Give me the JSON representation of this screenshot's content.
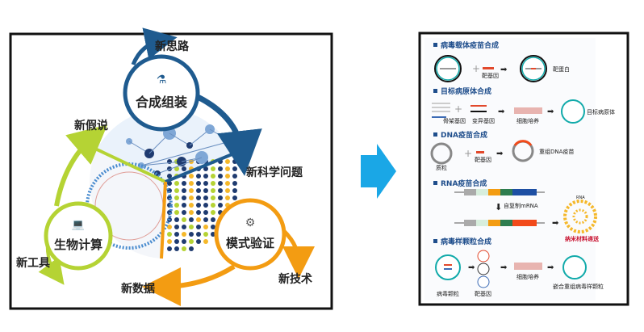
{
  "left": {
    "center_top": "合成组装",
    "center_left": "生物计算",
    "center_right": "模式验证",
    "outer": {
      "new_idea": "新思路",
      "new_question": "新科学问题",
      "new_hypothesis": "新假说",
      "new_tool": "新工具",
      "new_tech": "新技术",
      "new_data": "新数据"
    }
  },
  "right": {
    "s1": {
      "title": "病毒载体疫苗合成",
      "target_gene": "靶基因",
      "target_protein": "靶蛋白"
    },
    "s2": {
      "title": "目标病原体合成",
      "backbone": "骨架基因",
      "variant": "变异基因",
      "culture": "细胞培养",
      "pathogen": "目标病原体"
    },
    "s3": {
      "title": "DNA疫苗合成",
      "plasmid": "质粒",
      "target_gene": "靶基因",
      "result": "重组DNA疫苗"
    },
    "s4": {
      "title": "RNA疫苗合成",
      "step": "自复制mRNA",
      "rna": "RNA",
      "delivery": "纳米材料递送"
    },
    "s5": {
      "title": "病毒样颗粒合成",
      "virus": "病毒颗粒",
      "target_gene": "靶基因",
      "culture": "细胞培养",
      "result": "嵌合重组病毒样颗粒"
    }
  },
  "colors": {
    "blue": "#1f5b8f",
    "green": "#b5d334",
    "orange": "#f39c12",
    "arrow": "#1aa7e6",
    "red": "#c8102e"
  }
}
